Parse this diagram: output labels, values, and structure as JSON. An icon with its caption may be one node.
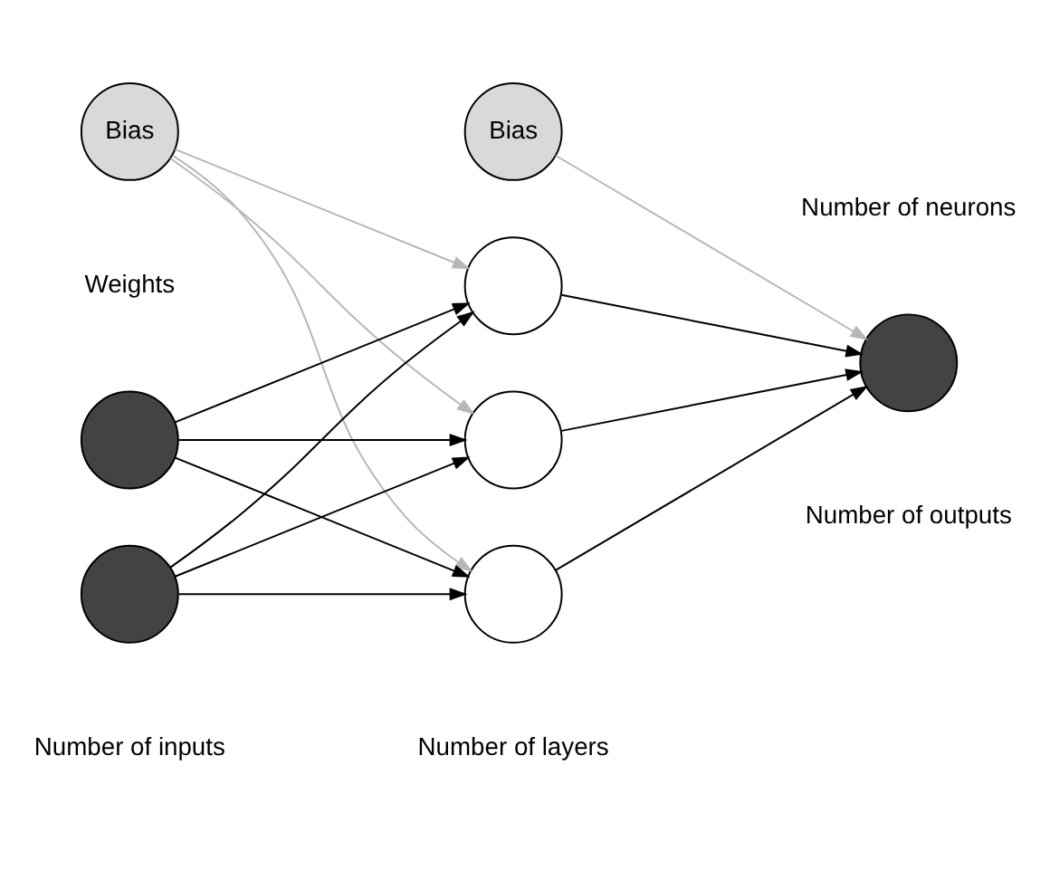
{
  "diagram": {
    "nodes": [
      {
        "text": [
          "Bias"
        ]
      },
      {
        "text": [
          "Bias"
        ]
      },
      {
        "text": [],
        "shape": "circle"
      },
      {
        "text": [],
        "shape": "circle",
        "beside": [
          "Number of inputs"
        ]
      },
      {
        "text": [],
        "shape": "circle"
      },
      {
        "text": [],
        "shape": "circle"
      },
      {
        "text": [],
        "shape": "circle"
      },
      {
        "text": [],
        "shape": "circle",
        "beside": [
          "Number of outputs"
        ]
      }
    ],
    "edges": [
      {
        "from": 0,
        "to": 4,
        "arrow": "to",
        "color": "#b7b7b7"
      },
      {
        "from": 0,
        "to": 5,
        "arrow": "to",
        "color": "#b7b7b7"
      },
      {
        "from": 0,
        "to": 6,
        "arrow": "to",
        "color": "#b7b7b7"
      },
      {
        "from": 2,
        "to": 4,
        "arrow": "to"
      },
      {
        "from": 2,
        "to": 5,
        "arrow": "to"
      },
      {
        "from": 2,
        "to": 6,
        "arrow": "to"
      },
      {
        "from": 3,
        "to": 4,
        "arrow": "to"
      },
      {
        "from": 3,
        "to": 5,
        "arrow": "to"
      },
      {
        "from": 3,
        "to": 6,
        "arrow": "to"
      },
      {
        "from": 4,
        "to": 7,
        "arrow": "to"
      },
      {
        "from": 5,
        "to": 7,
        "arrow": "to"
      },
      {
        "from": 6,
        "to": 7,
        "arrow": "to"
      },
      {
        "from": 1,
        "to": 7,
        "arrow": "to",
        "color": "#b7b7b7"
      }
    ],
    "labels": [
      "Weights",
      "Number of neurons",
      "Number of layers"
    ]
  }
}
